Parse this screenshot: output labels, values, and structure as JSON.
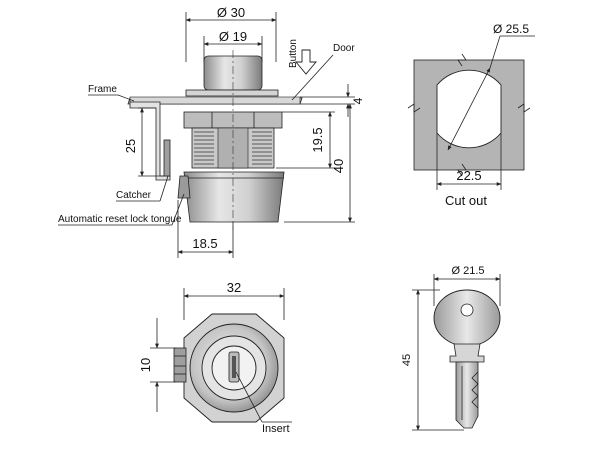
{
  "top_view": {
    "dim_overall_width": "Ø 30",
    "dim_button_width": "Ø 19",
    "dim_panel_thickness": "4",
    "dim_catcher_height": "25",
    "dim_thread_length": "19.5",
    "dim_total_height": "40",
    "dim_tongue_offset": "18.5",
    "label_button": "Button",
    "label_door": "Door",
    "label_frame": "Frame",
    "label_catcher": "Catcher",
    "label_tongue": "Automatic reset lock tongue"
  },
  "cutout_view": {
    "dim_diameter": "Ø 25.5",
    "dim_flat_width": "22.5",
    "caption": "Cut out"
  },
  "front_view": {
    "dim_width": "32",
    "dim_tongue_width": "10",
    "label_insert": "Insert"
  },
  "key_view": {
    "dim_head_diameter": "Ø 21.5",
    "dim_length": "45"
  },
  "colors": {
    "body_gray": "#c8c8c8",
    "dark_gray": "#8a8a8a",
    "panel_fill": "#b4b4b4",
    "line": "#222222"
  }
}
